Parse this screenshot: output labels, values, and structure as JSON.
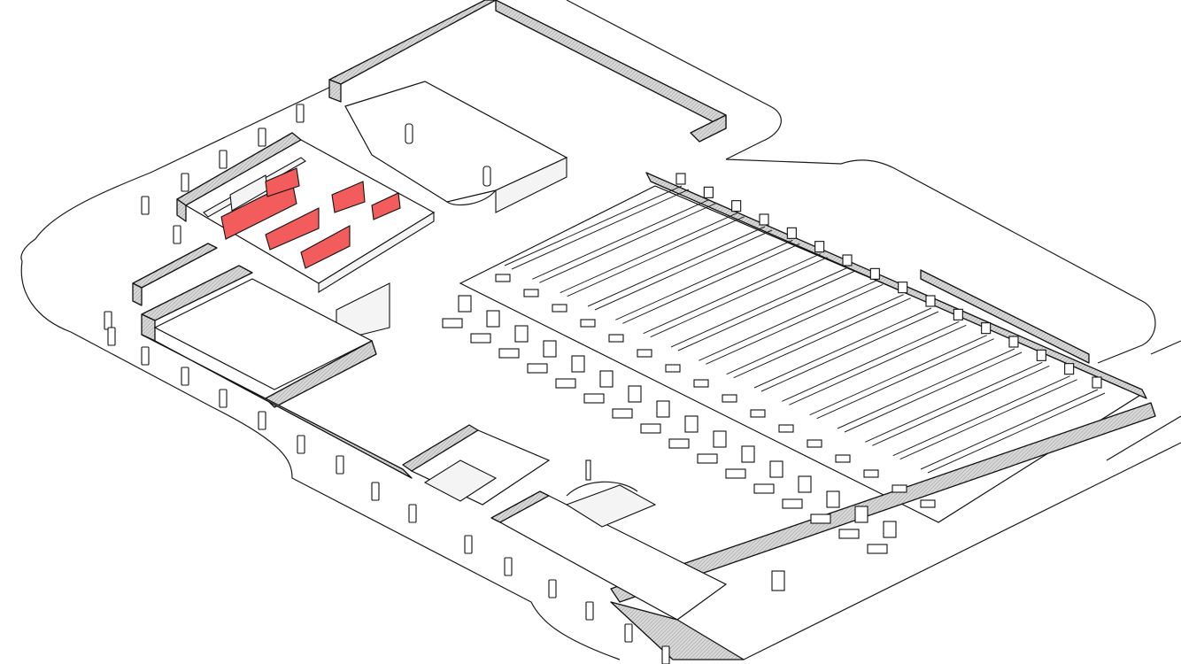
{
  "colors": {
    "background": "#ffffff",
    "line": "#1a1a1a",
    "highlight": "#f25c5c",
    "wall_hatch": "#cfcfcf"
  },
  "lanes": {
    "count": 16
  },
  "seating_groups": {
    "count": 16
  },
  "highlighted_rooms": {
    "count": 6
  }
}
